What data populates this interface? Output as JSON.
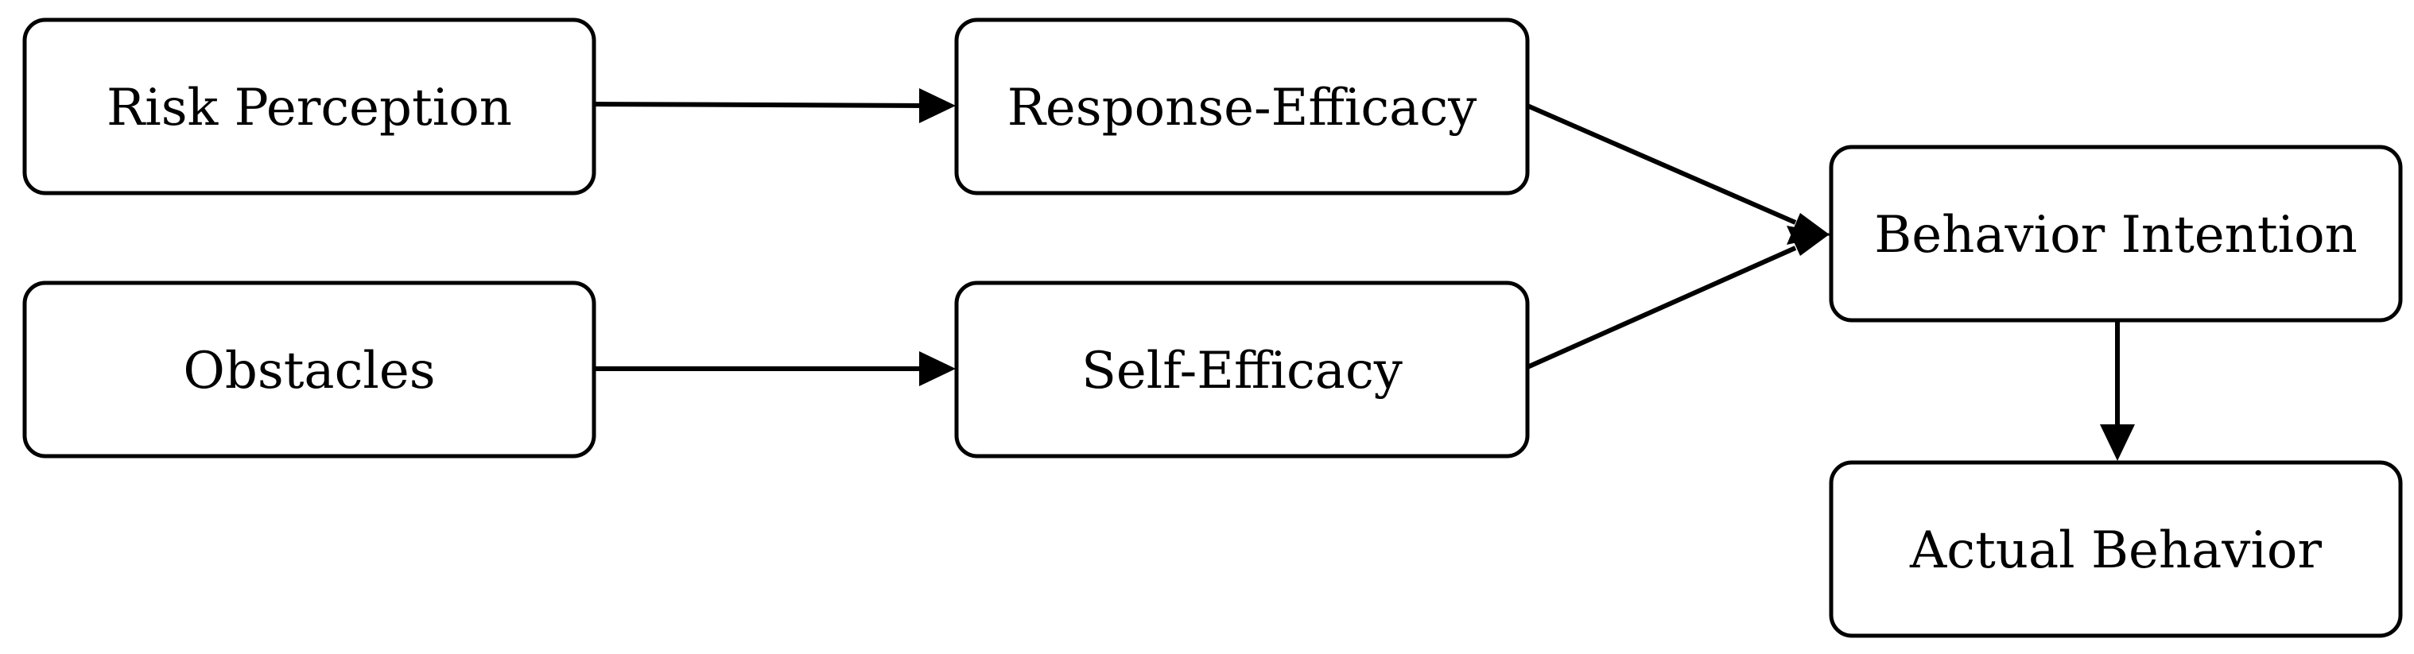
{
  "diagram": {
    "nodes": {
      "risk_perception": "Risk Perception",
      "obstacles": "Obstacles",
      "response_efficacy": "Response-Efficacy",
      "self_efficacy": "Self-Efficacy",
      "behavior_intention": "Behavior Intention",
      "actual_behavior": "Actual Behavior"
    },
    "edges": [
      {
        "from": "Risk Perception",
        "to": "Response-Efficacy"
      },
      {
        "from": "Obstacles",
        "to": "Self-Efficacy"
      },
      {
        "from": "Response-Efficacy",
        "to": "Behavior Intention"
      },
      {
        "from": "Self-Efficacy",
        "to": "Behavior Intention"
      },
      {
        "from": "Behavior Intention",
        "to": "Actual Behavior"
      }
    ]
  }
}
